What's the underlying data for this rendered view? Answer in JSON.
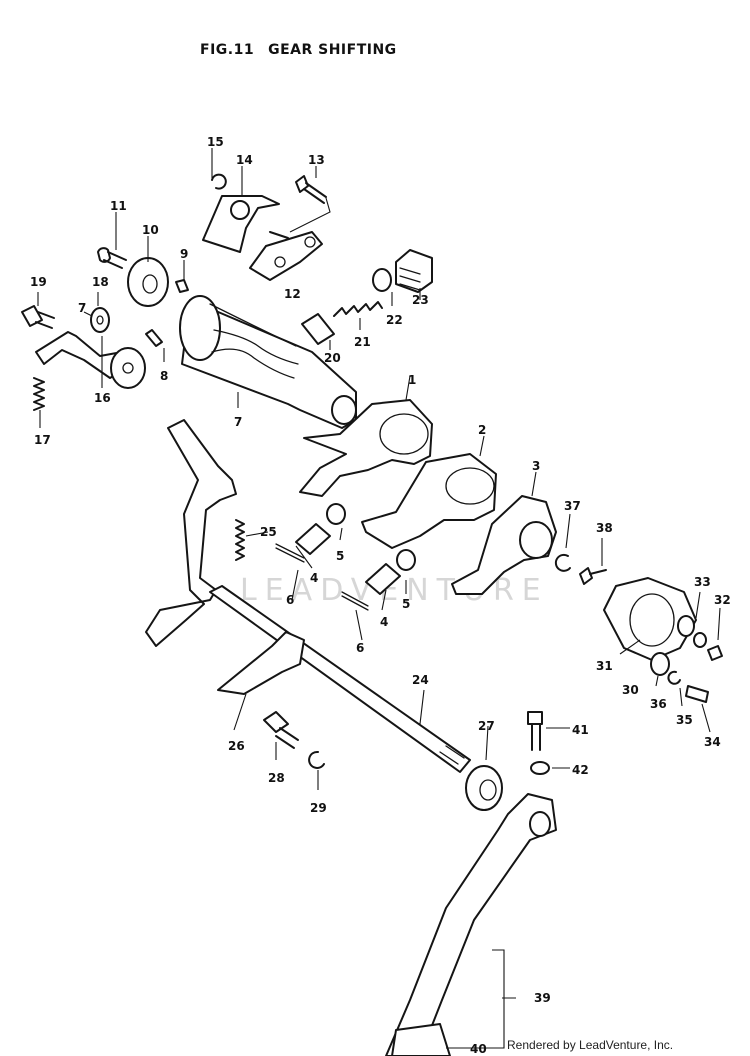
{
  "figure": {
    "number": "FIG.11",
    "title": "GEAR SHIFTING"
  },
  "watermark": "LEADVENTURE",
  "footer": "Rendered by LeadVenture, Inc.",
  "callouts": {
    "c1": "1",
    "c2": "2",
    "c3": "3",
    "c4a": "4",
    "c4b": "4",
    "c5a": "5",
    "c5b": "5",
    "c6a": "6",
    "c6b": "6",
    "c7a": "7",
    "c7b": "7",
    "c8": "8",
    "c9": "9",
    "c10": "10",
    "c11": "11",
    "c12": "12",
    "c13": "13",
    "c14": "14",
    "c15": "15",
    "c16": "16",
    "c17": "17",
    "c18": "18",
    "c19": "19",
    "c20": "20",
    "c21": "21",
    "c22": "22",
    "c23": "23",
    "c24": "24",
    "c25": "25",
    "c26": "26",
    "c27": "27",
    "c28": "28",
    "c29": "29",
    "c30": "30",
    "c31": "31",
    "c32": "32",
    "c33": "33",
    "c34": "34",
    "c35": "35",
    "c36": "36",
    "c37": "37",
    "c38": "38",
    "c39": "39",
    "c40": "40",
    "c41": "41",
    "c42": "42"
  }
}
